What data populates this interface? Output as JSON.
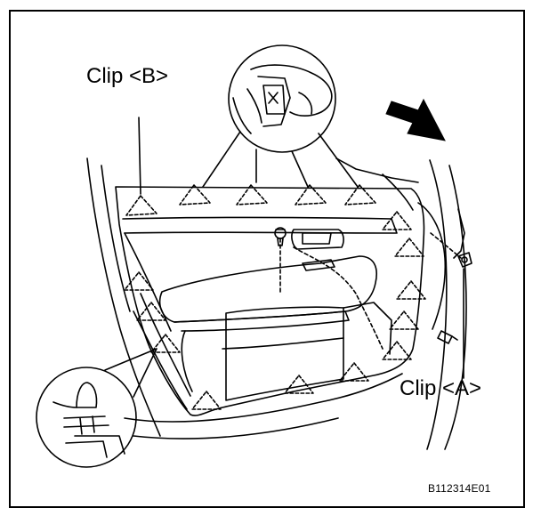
{
  "labels": {
    "clip_b": "Clip <B>",
    "clip_a": "Clip <A>",
    "figure_code": "B112314E01"
  },
  "icons": {
    "direction_arrow": "direction-arrow-icon",
    "clip_marker": "dashed-triangle-icon",
    "screw": "screw-icon",
    "clip": "clip-icon"
  },
  "colors": {
    "line": "#000000",
    "background": "#ffffff"
  }
}
